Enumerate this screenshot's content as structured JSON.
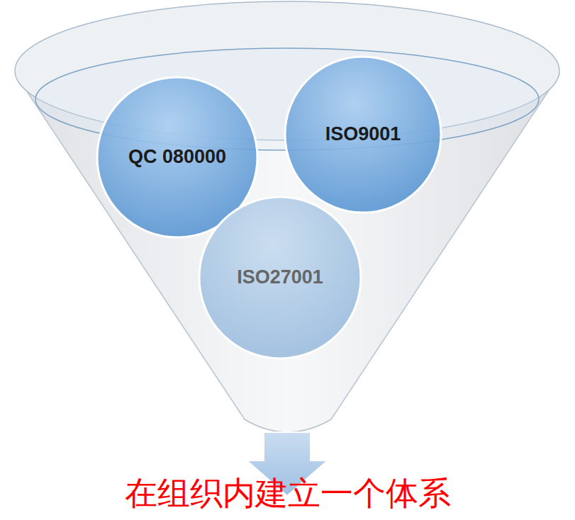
{
  "diagram": {
    "nodes": [
      {
        "text": [
          "QC 080000"
        ]
      },
      {
        "text": [
          "ISO9001"
        ]
      },
      {
        "text": [
          "ISO27001"
        ]
      }
    ],
    "labels": [
      "在组织内建立一个体系"
    ]
  }
}
